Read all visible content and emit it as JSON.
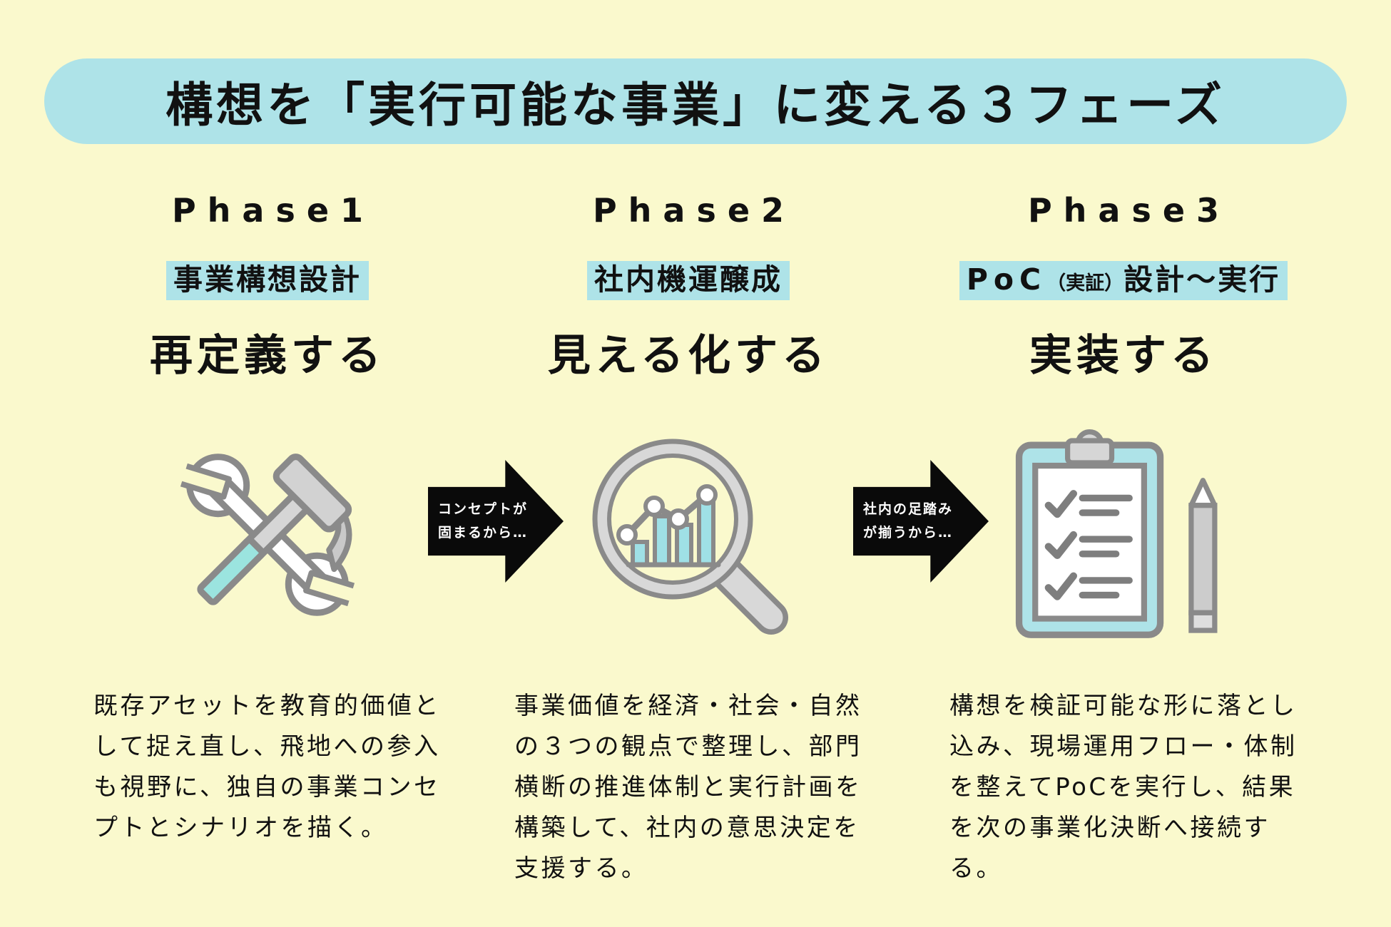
{
  "title": "構想を「実行可能な事業」に変える３フェーズ",
  "phases": [
    {
      "label": "Phase1",
      "category": "事業構想設計",
      "action": "再定義する",
      "icon": "wrench-hammer-icon",
      "description": "既存アセットを教育的価値として捉え直し、飛地への参入も視野に、独自の事業コンセプトとシナリオを描く。"
    },
    {
      "label": "Phase2",
      "category": "社内機運醸成",
      "action": "見える化する",
      "icon": "magnifier-chart-icon",
      "description": "事業価値を経済・社会・自然の３つの観点で整理し、部門横断の推進体制と実行計画を構築して、社内の意思決定を支援する。"
    },
    {
      "label": "Phase3",
      "category_prefix": "PoC",
      "category_note": "（実証）",
      "category_suffix": "設計〜実行",
      "action": "実装する",
      "icon": "clipboard-checklist-icon",
      "description": "構想を検証可能な形に落とし込み、現場運用フロー・体制を整えてPoCを実行し、結果を次の事業化決断へ接続する。"
    }
  ],
  "arrows": [
    {
      "line1": "コンセプトが",
      "line2": "固まるから…"
    },
    {
      "line1": "社内の足踏み",
      "line2": "が揃うから…"
    }
  ],
  "colors": {
    "background": "#FAF9CD",
    "accent_cyan": "#AEE3E8",
    "text_black": "#111111",
    "arrow_black": "#0A0A0A",
    "icon_outline_gray": "#8A8A8A",
    "icon_fill_gray": "#D6D6D6",
    "icon_teal": "#9FE0E6",
    "arrow_text_white": "#FFFFFF"
  }
}
